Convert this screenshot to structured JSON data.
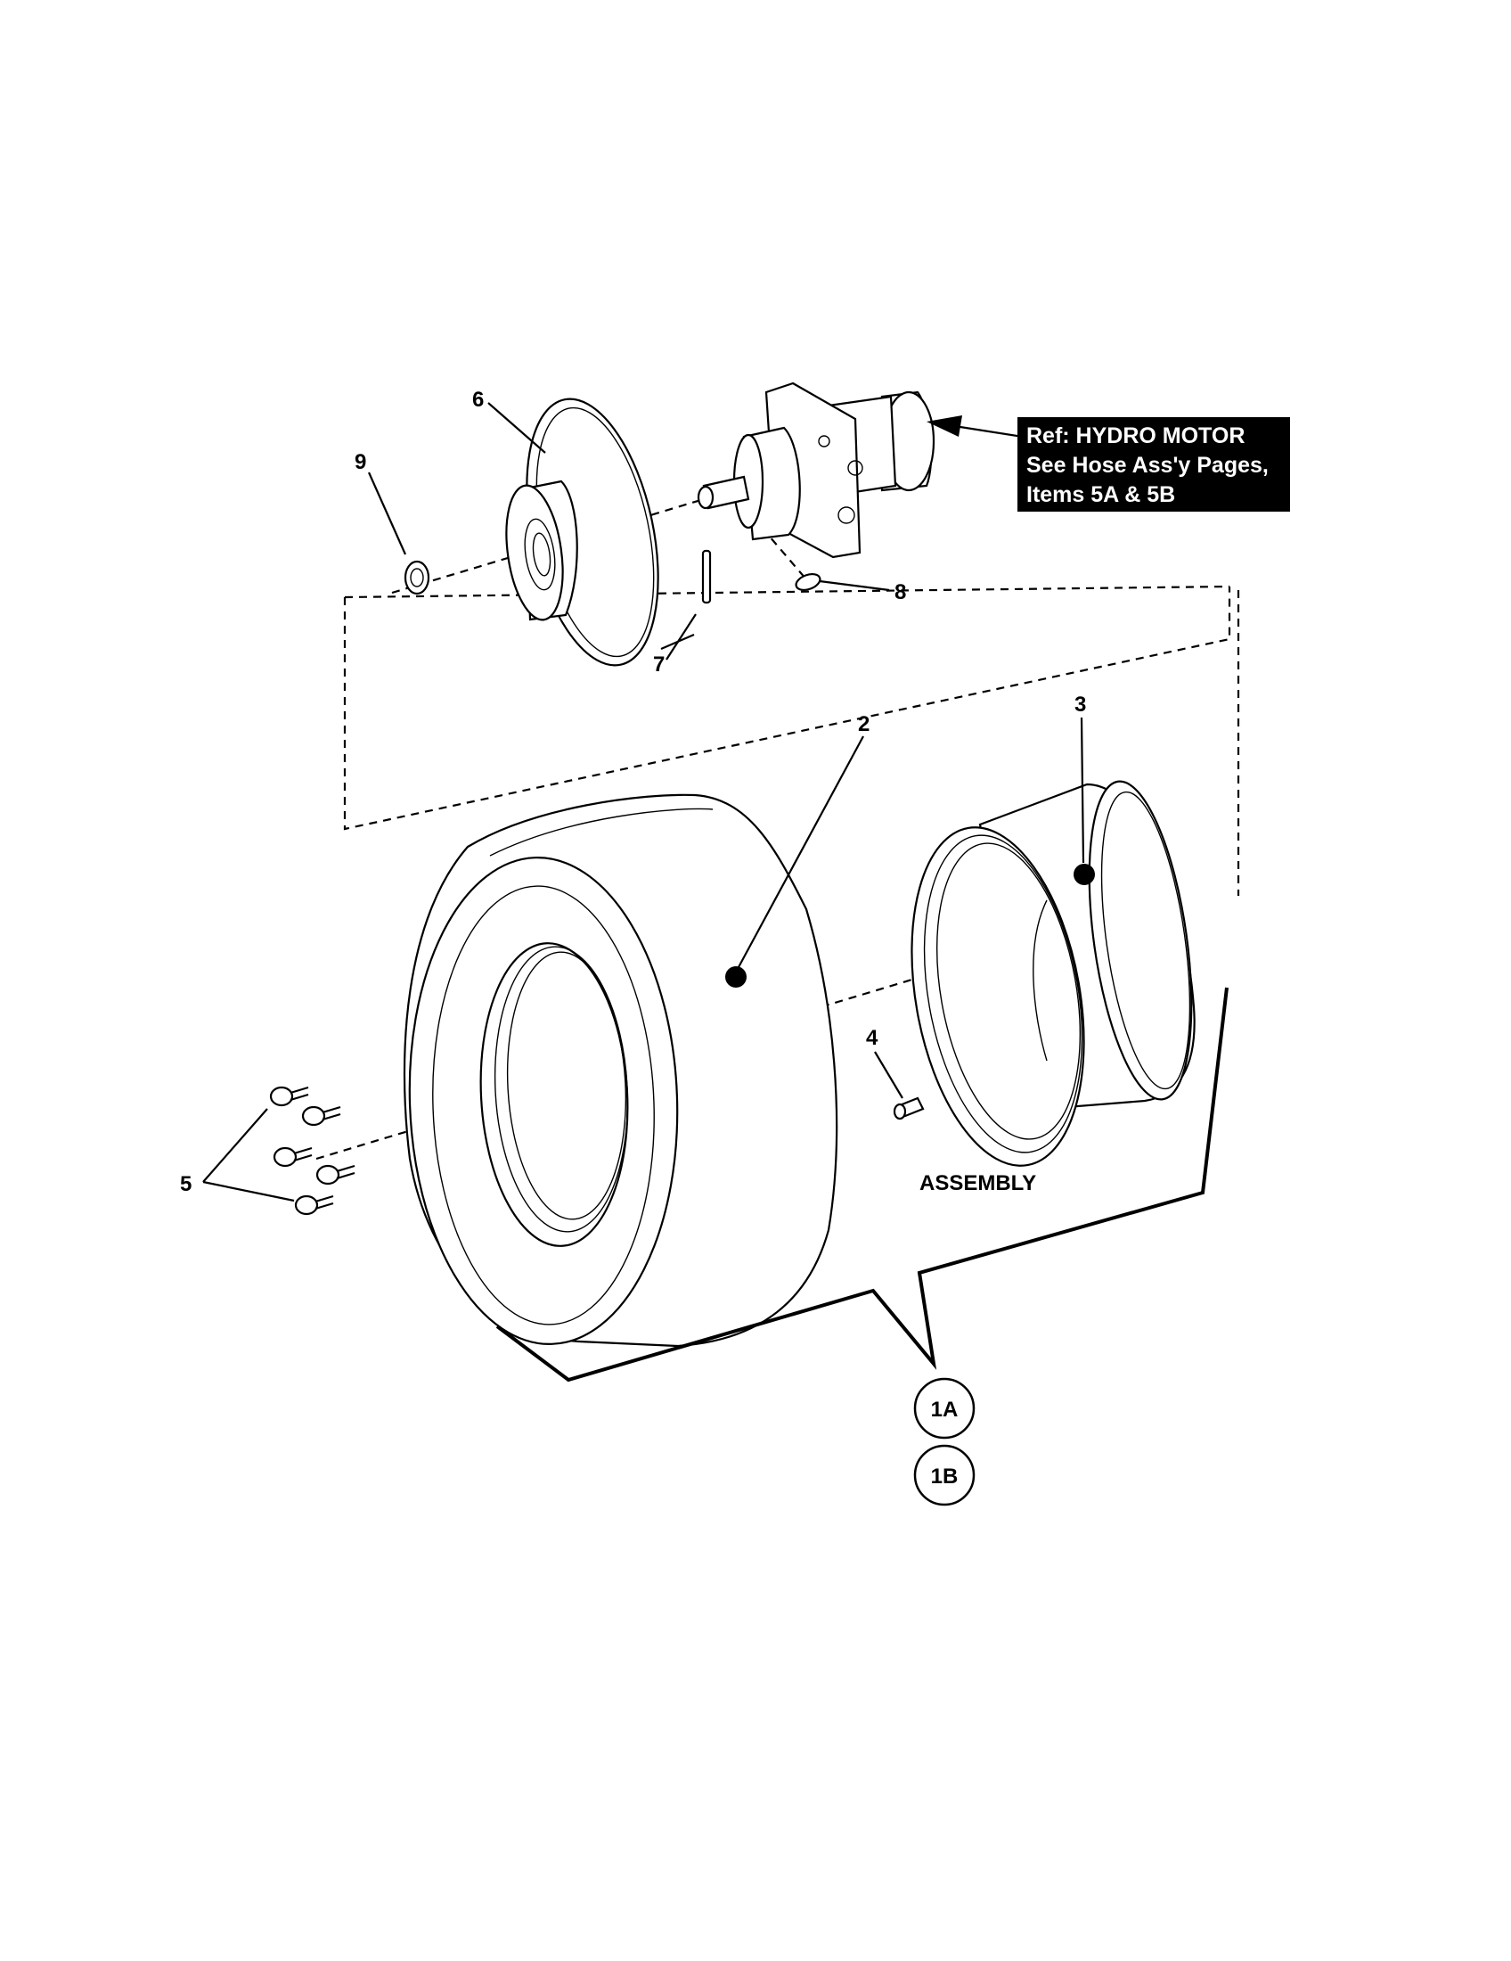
{
  "reference_note": {
    "line1": "Ref: HYDRO MOTOR",
    "line2": "See Hose Ass'y Pages,",
    "line3": "Items 5A & 5B"
  },
  "callouts": {
    "tire": "2",
    "rim": "3",
    "valve_stem": "4",
    "lug_bolts": "5",
    "hub": "6",
    "key": "7",
    "woodruff_key": "8",
    "nut": "9"
  },
  "assembly_label": "ASSEMBLY",
  "assembly_refs": [
    "1A",
    "1B"
  ]
}
